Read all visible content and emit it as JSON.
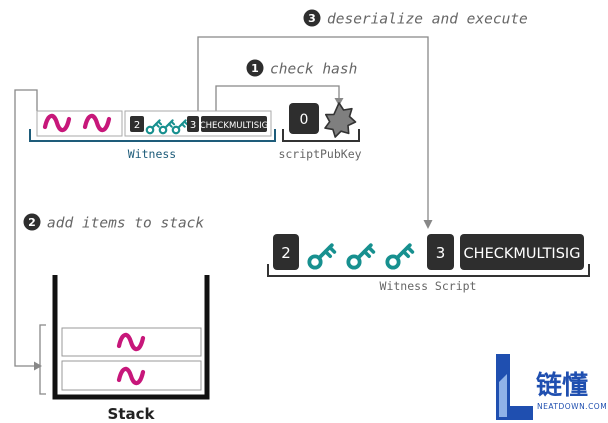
{
  "steps": [
    {
      "number": "1",
      "label": "check hash"
    },
    {
      "number": "2",
      "label": "add items to stack"
    },
    {
      "number": "3",
      "label": "deserialize and execute"
    }
  ],
  "witness": {
    "label": "Witness",
    "script_small": {
      "m": "2",
      "n": "3",
      "opcode": "CHECKMULTISIG"
    }
  },
  "script_pubkey": {
    "label": "scriptPubKey",
    "version": "0"
  },
  "witness_script": {
    "label": "Witness Script",
    "m": "2",
    "n": "3",
    "opcode": "CHECKMULTISIG"
  },
  "stack": {
    "label": "Stack"
  },
  "logo": {
    "brand": "链懂",
    "site": "NEATDOWN.COM"
  },
  "colors": {
    "signature": "#c7177a",
    "key": "#17908f",
    "witness_bracket": "#1e5c7a",
    "line": "#888888",
    "dark_box": "#2e2e2e",
    "label_text": "#666666",
    "logo_blue": "#1f4fb0"
  },
  "icons": {
    "signature": "wave-signature-icon",
    "key": "key-icon",
    "hash": "hash-star-icon",
    "arrow": "arrow-head-icon"
  }
}
